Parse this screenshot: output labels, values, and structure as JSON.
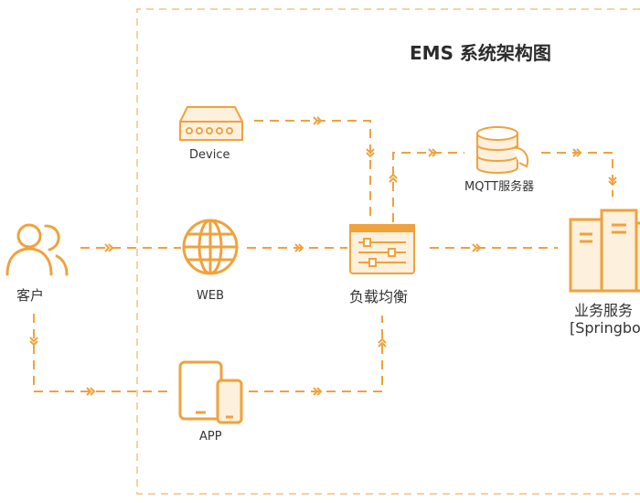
{
  "diagram": {
    "title": "EMS 系统架构图",
    "nodes": {
      "client": "客户",
      "device": "Device",
      "web": "WEB",
      "app": "APP",
      "lb": "负载均衡",
      "mqtt": "MQTT服务器",
      "biz_line1": "业务服务",
      "biz_line2": "[Springbo"
    },
    "colors": {
      "accent": "#f0a23c",
      "fill": "#fdf0dc",
      "text": "#333333"
    }
  }
}
